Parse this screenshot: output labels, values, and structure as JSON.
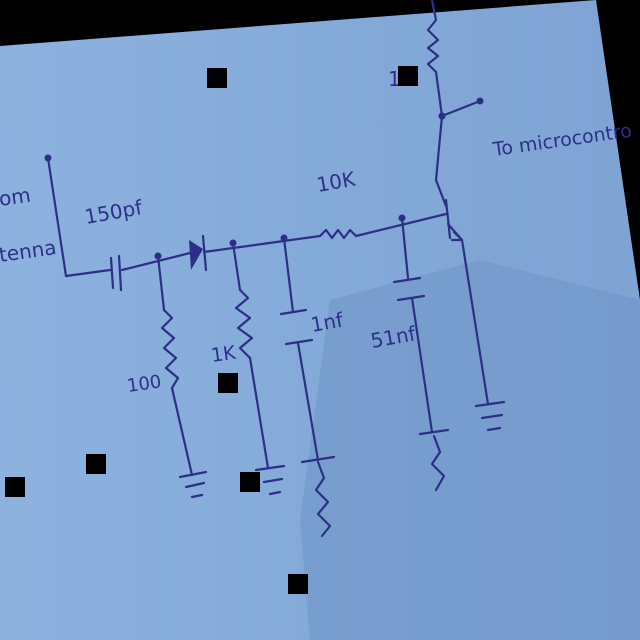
{
  "diagram": {
    "labels": {
      "from_antenna_line1": "om",
      "from_antenna_line2": "tenna",
      "cap_input": "150pf",
      "resistor_100": "100",
      "resistor_1k": "1K",
      "cap_1nf": "1nf",
      "resistor_10k": "10K",
      "cap_51nf": "51nf",
      "resistor_top_partial": "1",
      "to_microcontroller": "To microcontro"
    },
    "colors": {
      "paper": "#86acdb",
      "ink": "#2d2f86",
      "shadow": "#6f93c6",
      "background": "#000000",
      "redaction": "#000000"
    }
  }
}
